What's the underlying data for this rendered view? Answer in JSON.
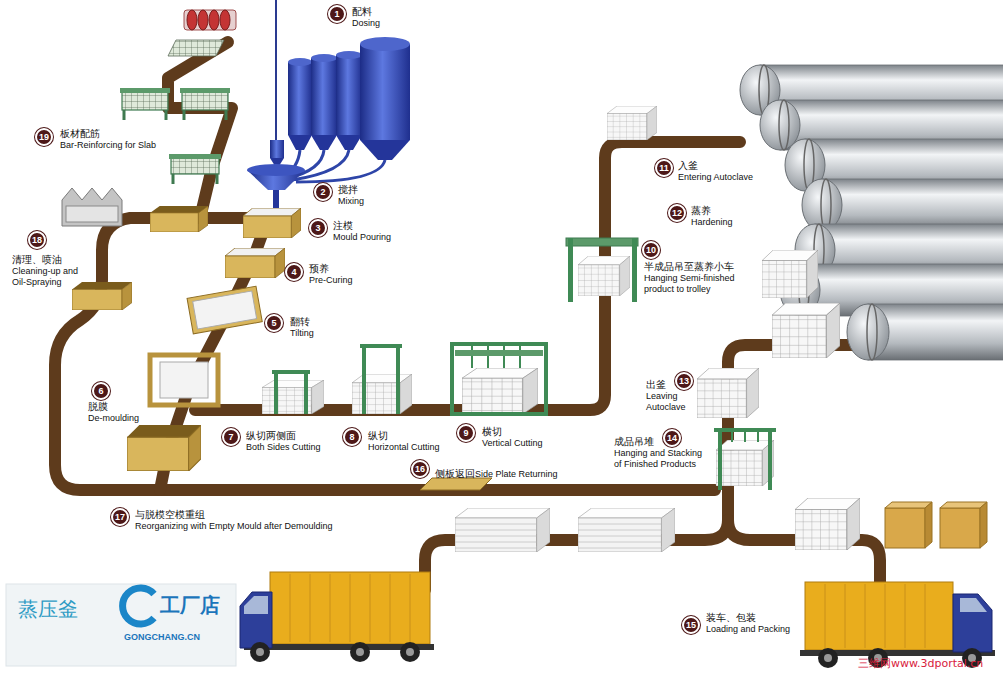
{
  "diagram": {
    "nodes": [
      {
        "text": [
          "1",
          "配料",
          "Dosing"
        ]
      },
      {
        "text": [
          "2",
          "搅拌",
          "Mixing"
        ]
      },
      {
        "text": [
          "3",
          "注模",
          "Mould Pouring"
        ]
      },
      {
        "text": [
          "4",
          "预养",
          "Pre-Curing"
        ]
      },
      {
        "text": [
          "5",
          "翻转",
          "Tilting"
        ]
      },
      {
        "text": [
          "6",
          "脱膜",
          "De-moulding"
        ]
      },
      {
        "text": [
          "7",
          "纵切两侧面",
          "Both Sides Cutting"
        ]
      },
      {
        "text": [
          "8",
          "纵切",
          "Horizontal Cutting"
        ]
      },
      {
        "text": [
          "9",
          "横切",
          "Vertical Cutting"
        ]
      },
      {
        "text": [
          "10",
          "半成品吊至蒸养小车",
          "Hanging Semi-finished product to trolley"
        ]
      },
      {
        "text": [
          "11",
          "入釜",
          "Entering Autoclave"
        ]
      },
      {
        "text": [
          "12",
          "蒸养",
          "Hardening"
        ]
      },
      {
        "text": [
          "13",
          "出釜",
          "Leaving Autoclave"
        ]
      },
      {
        "text": [
          "14",
          "成品吊堆",
          "Hanging and Stacking of Finished Products"
        ]
      },
      {
        "text": [
          "15",
          "装车、包装",
          "Loading and Packing"
        ]
      },
      {
        "text": [
          "16",
          "侧板返回",
          "Side Plate Returning"
        ]
      },
      {
        "text": [
          "17",
          "与脱模空模重组",
          "Reorganizing with Empty Mould after Demoulding"
        ]
      },
      {
        "text": [
          "18",
          "清理、喷油",
          "Cleaning-up and Oil-Spraying"
        ]
      },
      {
        "text": [
          "19",
          "板材配筋",
          "Bar-Reinforcing for Slab"
        ]
      }
    ],
    "labels": [
      "蒸压釜",
      "工厂店",
      "GONGCHANG.CN",
      "三维网www.3dportal.cn"
    ]
  }
}
